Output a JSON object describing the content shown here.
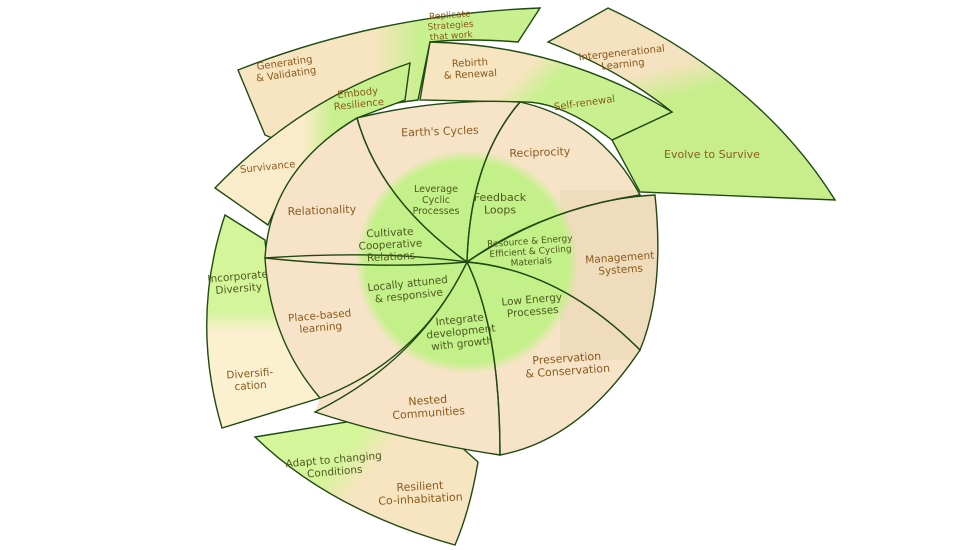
{
  "diagram": {
    "colors": {
      "cream": "#f7e4c0",
      "green": "#c4f08a",
      "stroke": "#1f4a12",
      "text": "#8a5a1c"
    },
    "labels": {
      "generating": [
        "Generating",
        "& Validating"
      ],
      "replicate": [
        "Replicate",
        "Strategies",
        "that work"
      ],
      "rebirth": [
        "Rebirth",
        "& Renewal"
      ],
      "intergenerational": [
        "Intergenerational",
        "Learning"
      ],
      "self_renewal": [
        "Self-renewal"
      ],
      "evolve": [
        "Evolve to Survive"
      ],
      "embody": [
        "Embody",
        "Resilience"
      ],
      "survivance": [
        "Survivance"
      ],
      "earths_cycles": [
        "Earth's Cycles"
      ],
      "reciprocity": [
        "Reciprocity"
      ],
      "leverage": [
        "Leverage",
        "Cyclic",
        "Processes"
      ],
      "feedback": [
        "Feedback",
        "Loops"
      ],
      "relationality": [
        "Relationality"
      ],
      "cultivate": [
        "Cultivate",
        "Cooperative",
        "Relations"
      ],
      "resource": [
        "Resource & Energy",
        "Efficient & Cycling",
        "Materials"
      ],
      "management": [
        "Management",
        "Systems"
      ],
      "incorporate": [
        "Incorporate",
        "Diversity"
      ],
      "diversification": [
        "Diversifi-",
        "cation"
      ],
      "place_based": [
        "Place-based",
        "learning"
      ],
      "locally": [
        "Locally attuned",
        "& responsive"
      ],
      "low_energy": [
        "Low Energy",
        "Processes"
      ],
      "integrate": [
        "Integrate",
        "development",
        "with growth"
      ],
      "preservation": [
        "Preservation",
        "& Conservation"
      ],
      "nested": [
        "Nested",
        "Communities"
      ],
      "adapt": [
        "Adapt to changing",
        "Conditions"
      ],
      "resilient": [
        "Resilient",
        "Co-inhabitation"
      ]
    }
  }
}
